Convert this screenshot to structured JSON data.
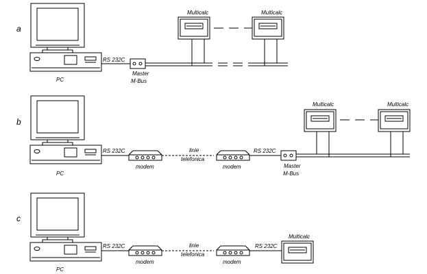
{
  "labels": {
    "a": "a",
    "b": "b",
    "c": "c",
    "pc": "PC",
    "rs232c": "RS 232C",
    "master": "Master",
    "mbus": "M-Bus",
    "multicalc": "Multicalc",
    "modem": "modem",
    "linie": "linie",
    "telefonica": "telefonica"
  }
}
